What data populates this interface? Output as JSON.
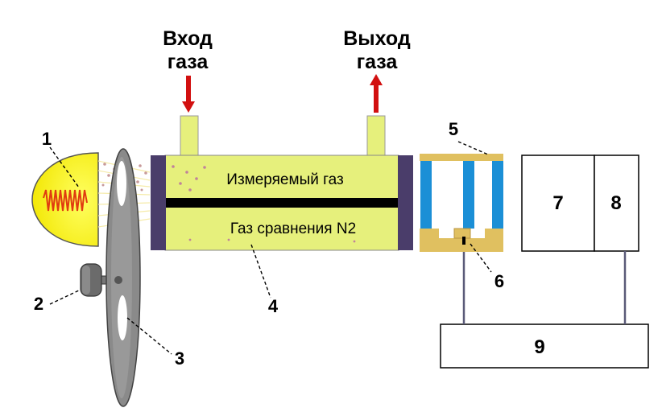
{
  "labels": {
    "gas_in_line1": "Вход",
    "gas_in_line2": "газа",
    "gas_out_line1": "Выход",
    "gas_out_line2": "газа",
    "measured_gas": "Измеряемый газ",
    "reference_gas": "Газ сравнения N2",
    "n1": "1",
    "n2": "2",
    "n3": "3",
    "n4": "4",
    "n5": "5",
    "n6": "6",
    "n7": "7",
    "n8": "8",
    "n9": "9"
  },
  "colors": {
    "lamp_yellow": "#ffff00",
    "cell_yellow": "#e6f07c",
    "detector_gold": "#e0c060",
    "detector_blue": "#1b8fd6",
    "arrow_red": "#d21010",
    "cell_end_purple": "#4a3d6a",
    "coil_red": "#e03b10",
    "disk_gray": "#8a8a8a",
    "wire_gray": "#5a5a78"
  }
}
